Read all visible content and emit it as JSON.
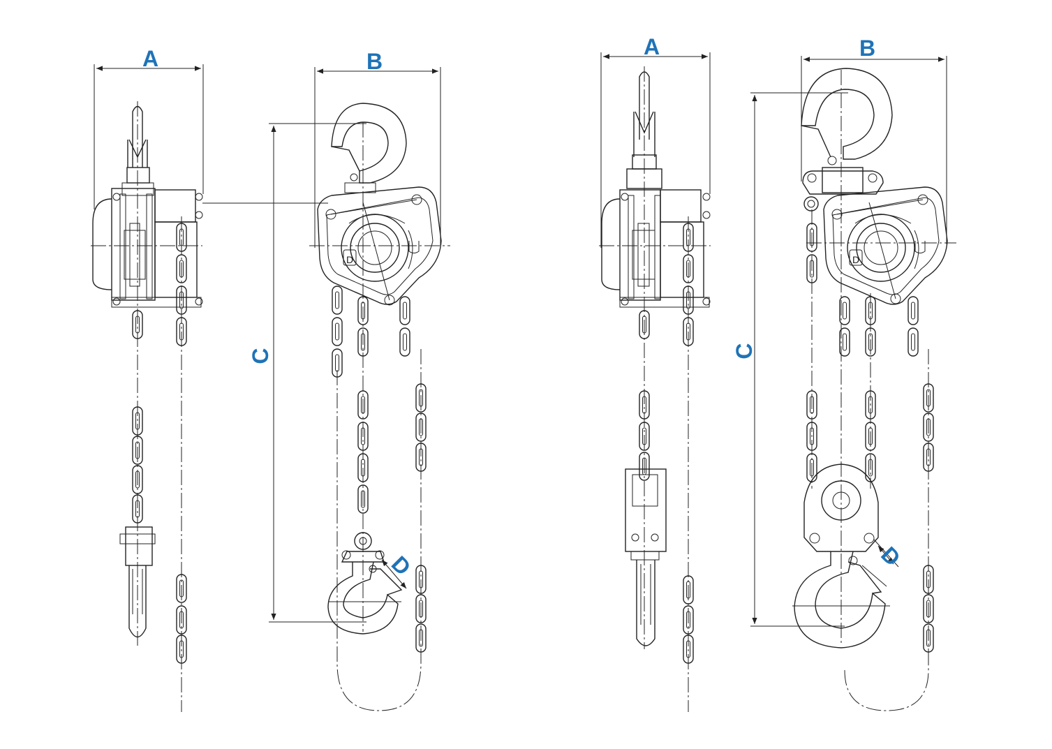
{
  "colors": {
    "label": "#1f73b7",
    "line": "#222222",
    "background": "#ffffff"
  },
  "figures": [
    {
      "labels": {
        "A": "A",
        "B": "B",
        "C": "C",
        "D": "D"
      }
    },
    {
      "labels": {
        "A": "A",
        "B": "B",
        "C": "C",
        "D": "D"
      }
    }
  ]
}
